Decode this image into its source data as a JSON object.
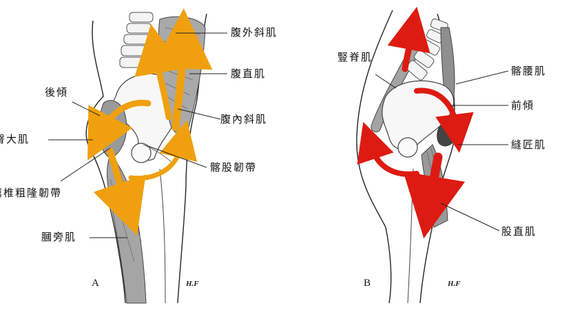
{
  "colors": {
    "arrow_a": "#F0A00E",
    "arrow_b": "#DD1B12",
    "outline": "#222222",
    "muscle_fill": "#9a9a9a"
  },
  "panel_a": {
    "letter": "A",
    "signature": "H.F",
    "labels": {
      "external_oblique": "腹外斜肌",
      "rectus_abdominis": "腹直肌",
      "posterior_tilt": "後傾",
      "internal_oblique": "腹內斜肌",
      "gluteus_maximus": "臀大肌",
      "iliofemoral_ligament": "髂股韌帶",
      "sacrotuberous_ligament": "薦椎粗隆韌帶",
      "hamstrings": "膕旁肌"
    }
  },
  "panel_b": {
    "letter": "B",
    "signature": "H.F",
    "labels": {
      "erector_spinae": "豎脊肌",
      "iliopsoas": "髂腰肌",
      "anterior_tilt": "前傾",
      "sartorius": "縫匠肌",
      "rectus_femoris": "股直肌"
    }
  }
}
